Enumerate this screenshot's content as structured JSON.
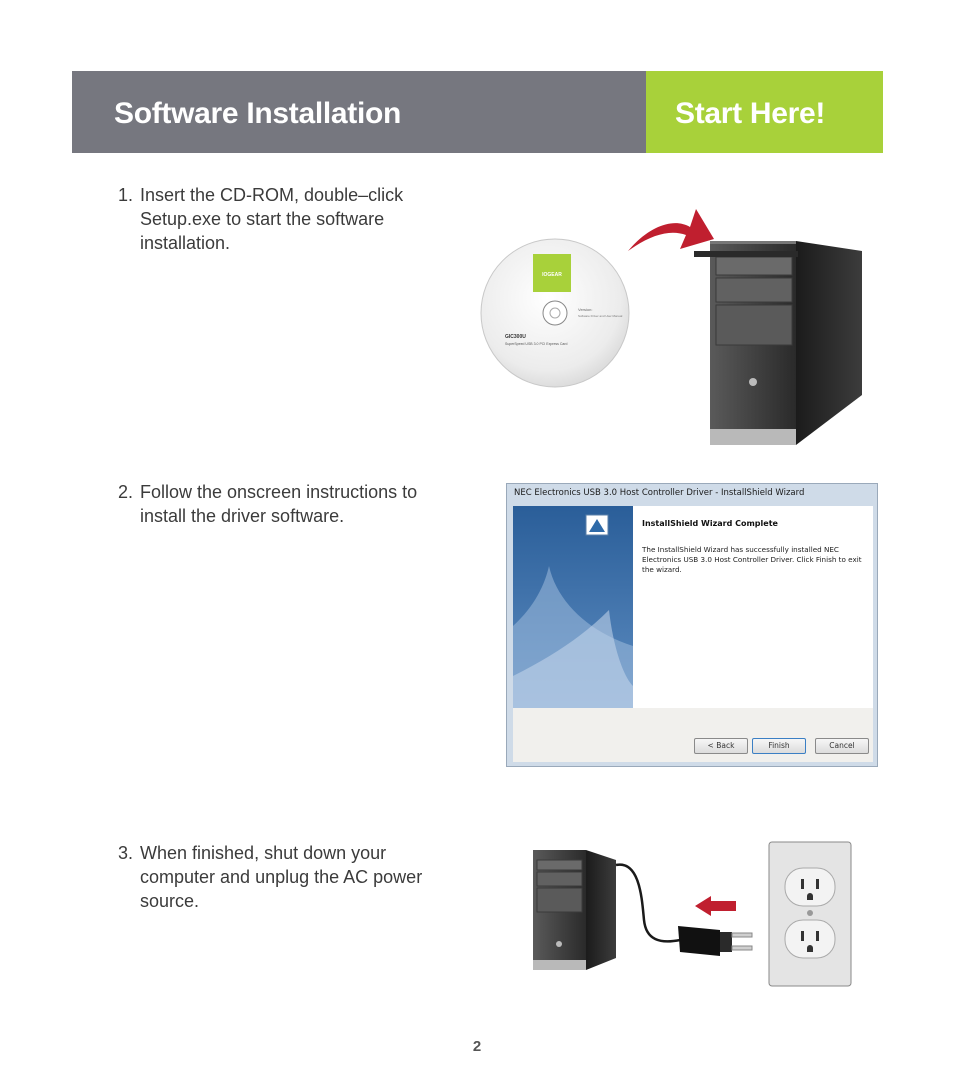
{
  "header": {
    "title": "Software Installation",
    "start": "Start Here!",
    "colors": {
      "banner": "#76777f",
      "accent": "#a8d13a"
    }
  },
  "steps": [
    {
      "number": "1.",
      "text": "Insert the CD-ROM, double–click Setup.exe to start the software installation."
    },
    {
      "number": "2.",
      "text": "Follow the onscreen instructions to install the driver software."
    },
    {
      "number": "3.",
      "text": "When finished, shut down your computer and unplug the AC power source."
    }
  ],
  "cd": {
    "brand": "IOGEAR",
    "version_label": "Version:",
    "version_sub": "Software Driver and User Manual",
    "model": "GIC300U",
    "product": "SuperSpeed USB 3.0 PCI Express Card"
  },
  "wizard": {
    "title": "NEC Electronics USB 3.0 Host Controller Driver - InstallShield Wizard",
    "heading": "InstallShield Wizard Complete",
    "message": "The InstallShield Wizard has successfully installed NEC Electronics USB 3.0 Host Controller Driver. Click Finish to exit the wizard.",
    "back": "< Back",
    "finish": "Finish",
    "cancel": "Cancel"
  },
  "page_number": "2"
}
